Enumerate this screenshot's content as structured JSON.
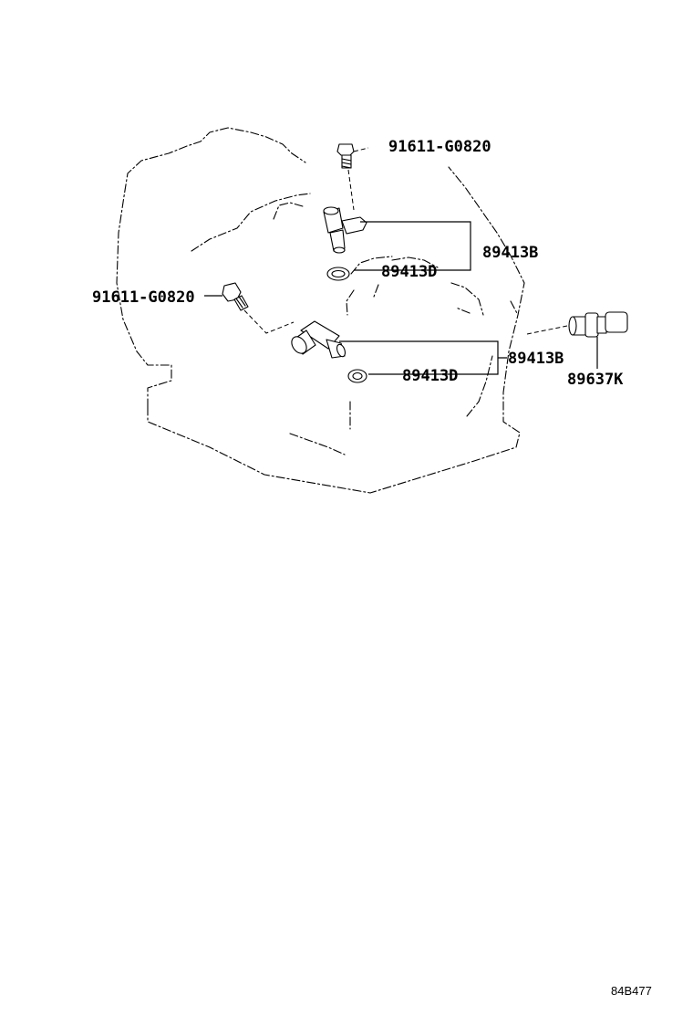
{
  "labels": {
    "bolt_upper": "91611-G0820",
    "bolt_left": "91611-G0820",
    "sensor_upper": "89413B",
    "oring_upper": "89413D",
    "sensor_lower": "89413B",
    "oring_lower": "89413D",
    "switch_right": "89637K"
  },
  "diagram_code": "84B477"
}
